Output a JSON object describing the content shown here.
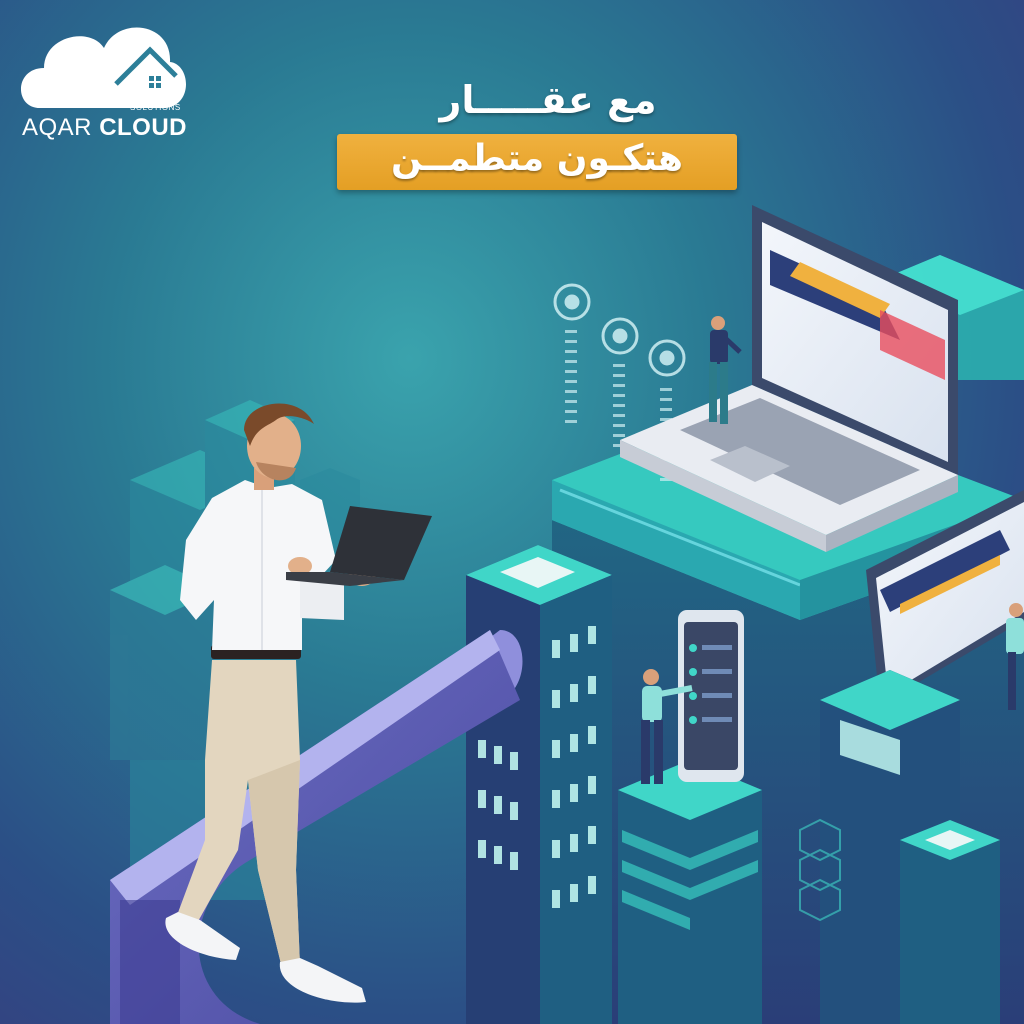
{
  "brand": {
    "name_light": "AQAR",
    "name_bold": "CLOUD",
    "tagline": "SOLUTIONS",
    "icon": "cloud-house-icon"
  },
  "headline": {
    "line1": "مع عقـــــار",
    "line2": "هتكـون متطمــن"
  },
  "colors": {
    "banner": "#e9a42b",
    "teal": "#2fd3c6",
    "navy": "#2b4f86"
  }
}
